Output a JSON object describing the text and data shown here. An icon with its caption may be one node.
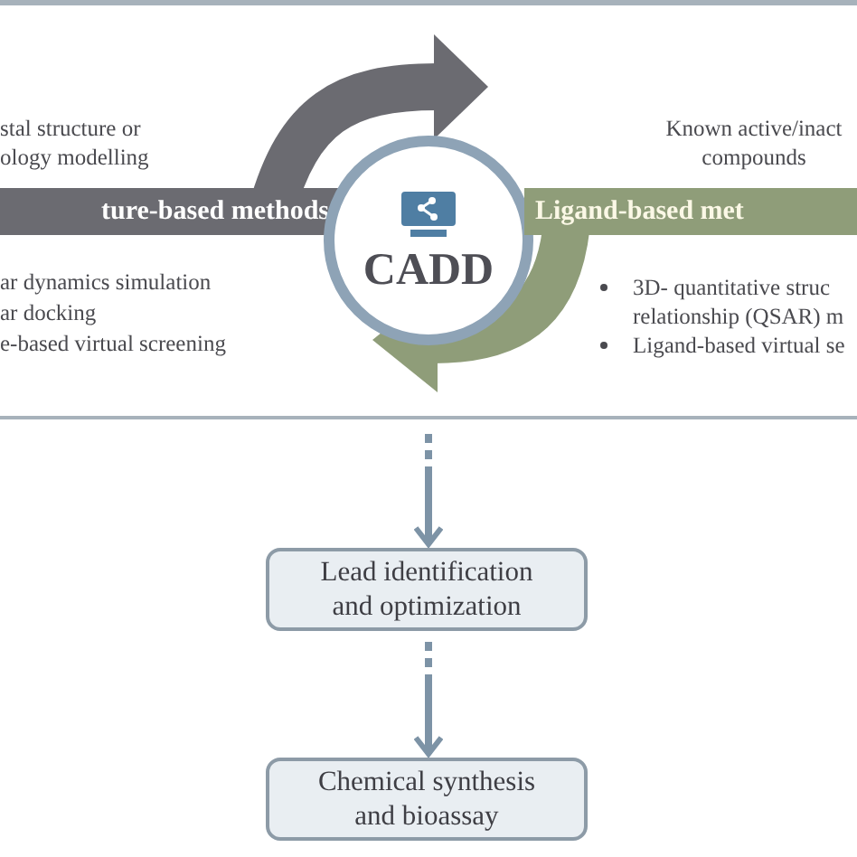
{
  "diagram": {
    "nodes": [
      {
        "text": [],
        "shape": "box"
      },
      {
        "text": [
          "ture-based methods"
        ],
        "in": 0,
        "beside": [
          "stal structure or ology modelling"
        ]
      },
      {
        "text": [
          "CADD"
        ],
        "in": 0
      },
      {
        "text": [
          "Ligand-based met"
        ],
        "in": 0,
        "beside": [
          "Known active/inact compounds"
        ]
      },
      {
        "text": [
          "Lead identification and optimization"
        ]
      },
      {
        "text": [
          "Chemical synthesis and bioassay"
        ]
      }
    ],
    "edges": [
      {
        "from": 0,
        "to": 4,
        "arrow": "to",
        "style": "dashed"
      },
      {
        "from": 4,
        "to": 5,
        "arrow": "to",
        "style": "dashed"
      },
      {
        "from": 1,
        "to": 2,
        "arrow": "to",
        "style": "thick",
        "color": "#6b6b71"
      },
      {
        "from": 3,
        "to": 2,
        "arrow": "to",
        "style": "thick",
        "color": "#8f9d79"
      }
    ],
    "labels": [
      "ar dynamics simulation",
      "ar docking",
      "e-based virtual screening",
      "3D- quantitative struc relationship (QSAR) m",
      "Ligand-based virtual se"
    ]
  }
}
